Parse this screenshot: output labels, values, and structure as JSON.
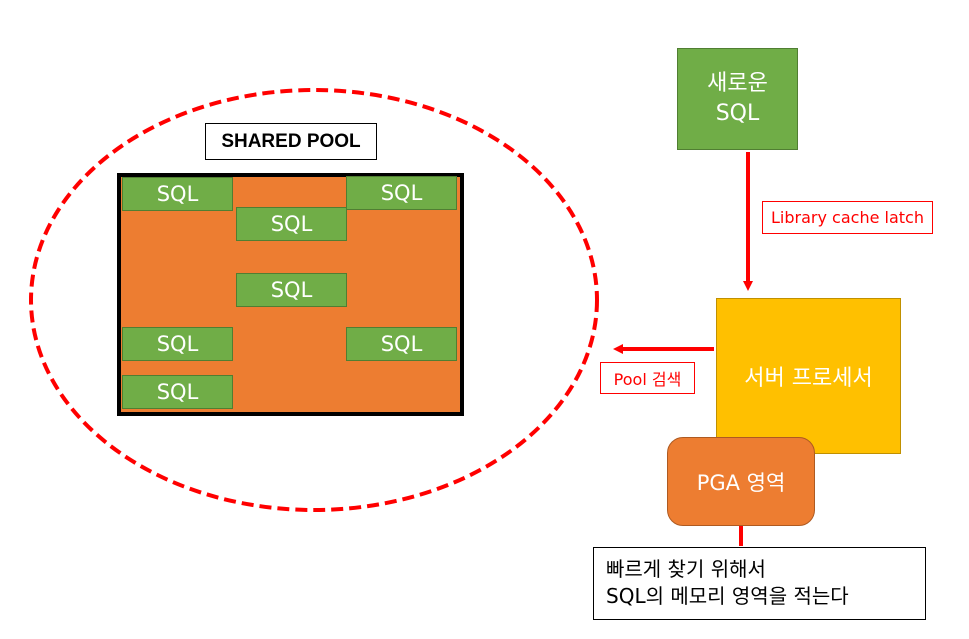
{
  "shared_pool": {
    "title": "SHARED POOL",
    "sql_blocks": [
      "SQL",
      "SQL",
      "SQL",
      "SQL",
      "SQL",
      "SQL",
      "SQL"
    ]
  },
  "new_sql": {
    "line1": "새로운",
    "line2": "SQL"
  },
  "server_process": {
    "label": "서버 프로세서"
  },
  "pga": {
    "label": "PGA 영역"
  },
  "annotations": {
    "library_cache_latch": "Library cache latch",
    "pool_search": "Pool 검색",
    "note_line1": "빠르게 찾기 위해서",
    "note_line2": "SQL의 메모리 영역을 적는다"
  },
  "colors": {
    "pool": "#ed7d31",
    "sql_block": "#70ad47",
    "server": "#ffc000",
    "pga": "#ed7d31",
    "arrow": "#ff0000",
    "ellipse_dash": "#ff0000"
  }
}
